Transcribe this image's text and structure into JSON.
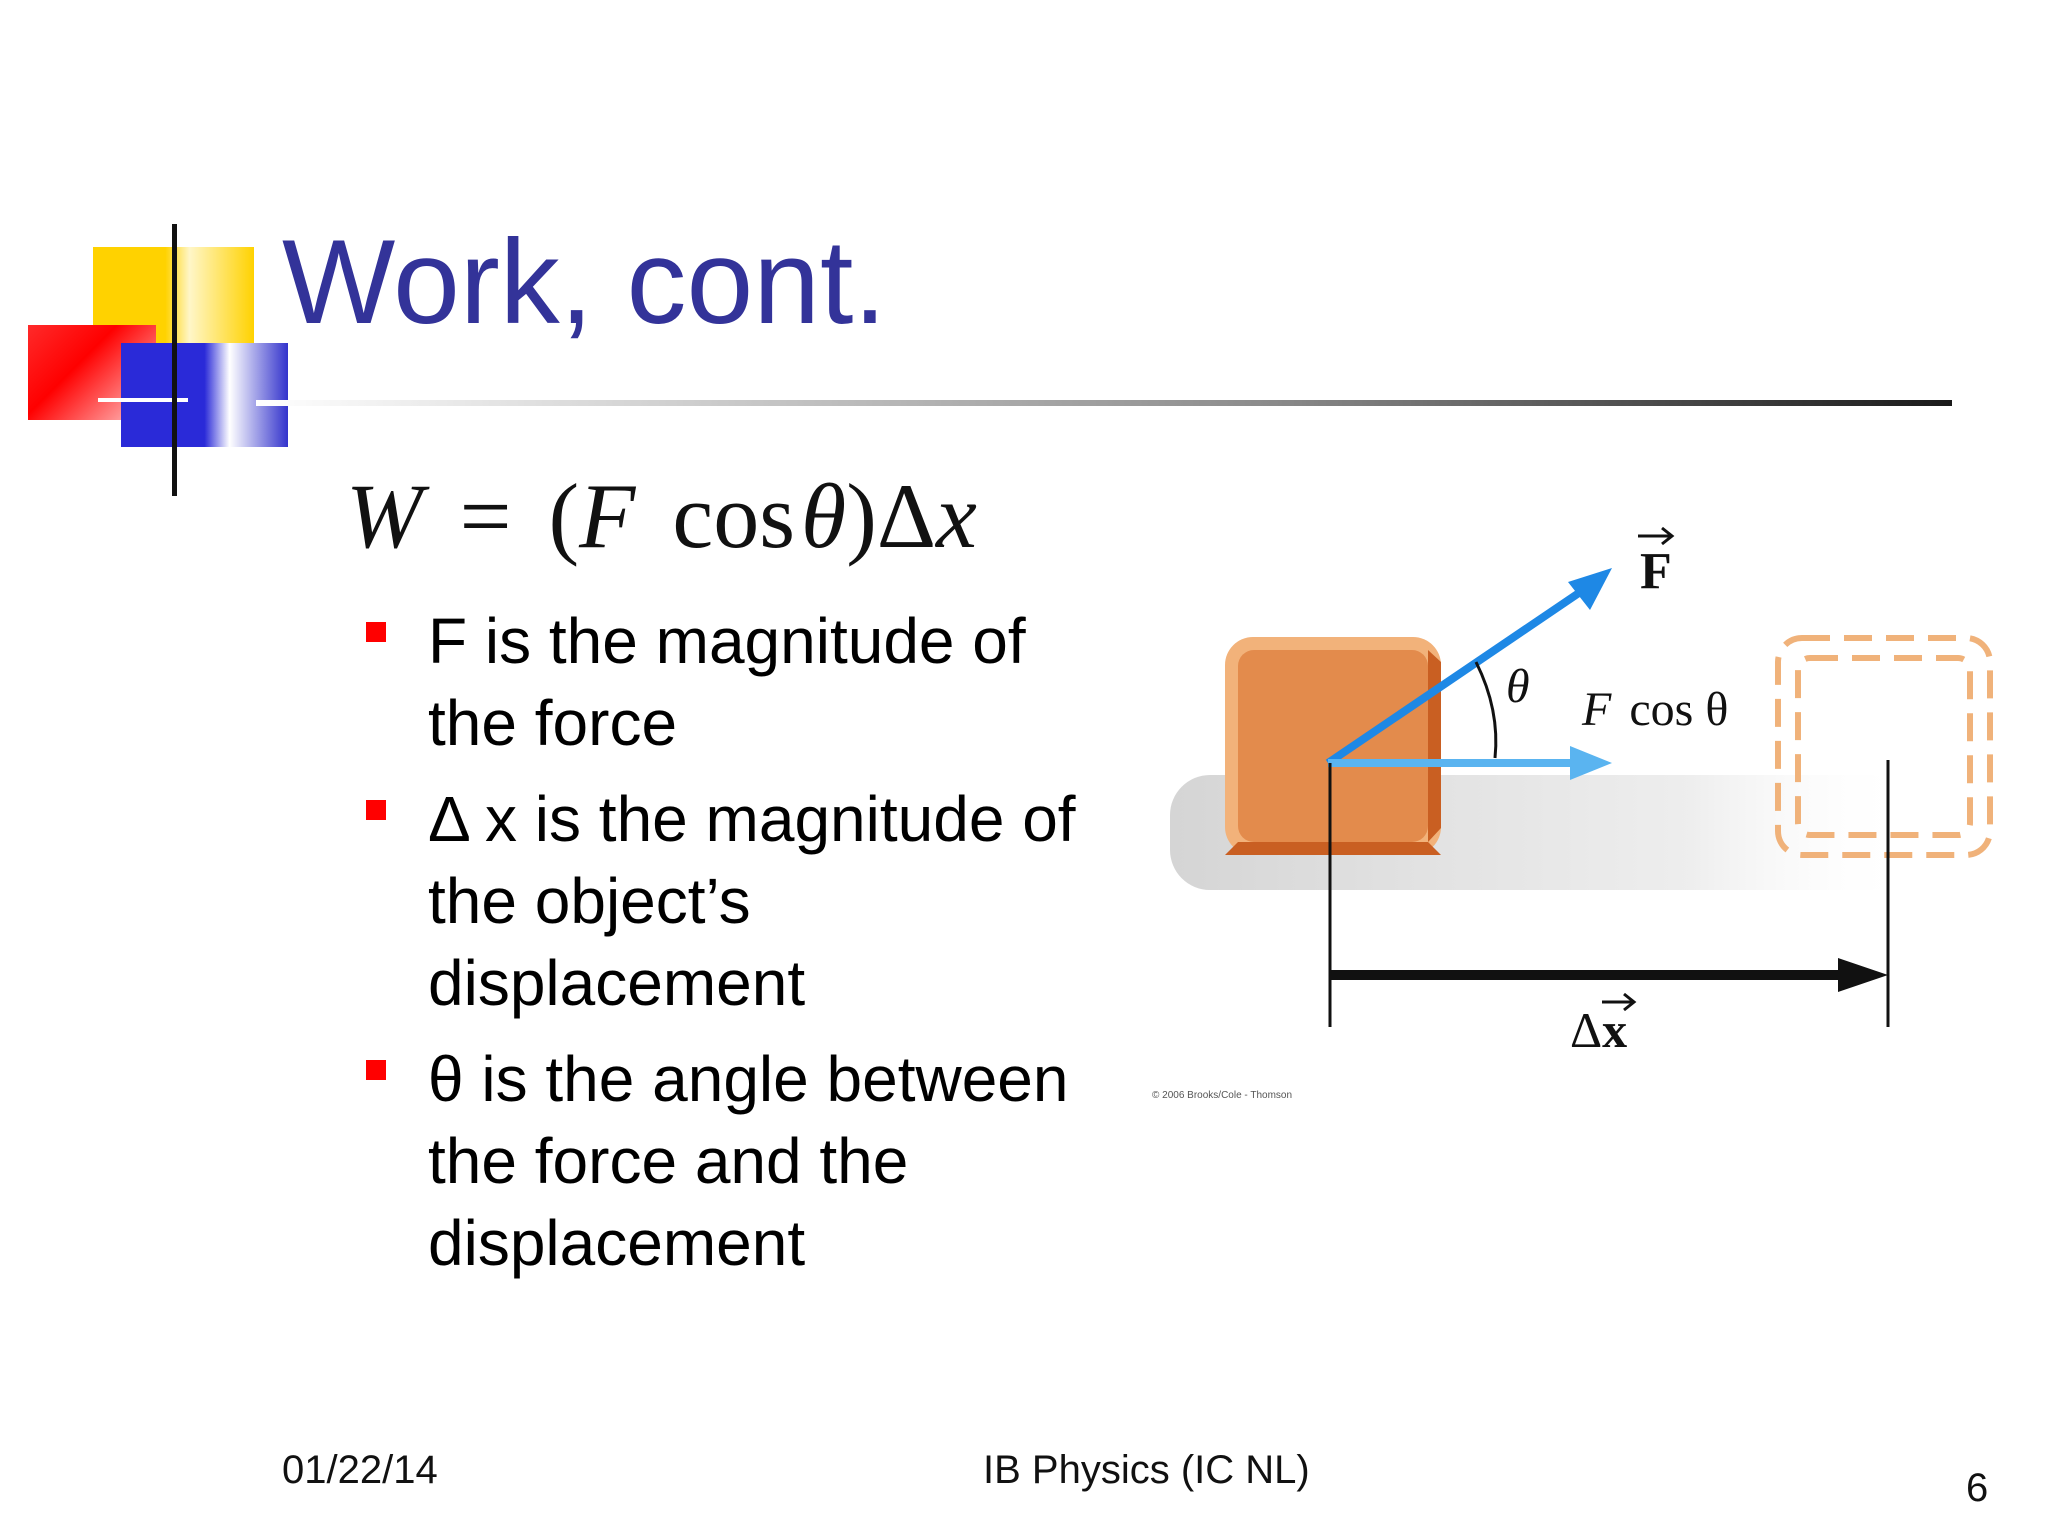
{
  "title": "Work, cont.",
  "formula": {
    "lhs": "W",
    "equals": "=",
    "open": "(",
    "force": "F",
    "cos": "cos",
    "theta": "θ",
    "close": ")",
    "delta": "Δ",
    "x": "x"
  },
  "bullets": [
    "F is the magnitude of the force",
    "Δ x is the magnitude of the object’s displacement",
    "θ is the angle between the force and the displacement"
  ],
  "figure": {
    "force_label": "F",
    "angle_label": "θ",
    "component_label_f": "F",
    "component_label_rest": "cos θ",
    "displacement_delta": "Δ",
    "displacement_x": "x",
    "copyright": "© 2006 Brooks/Cole - Thomson"
  },
  "footer": {
    "date": "01/22/14",
    "center": "IB Physics (IC NL)",
    "page": "6"
  },
  "colors": {
    "title": "#333399",
    "bullet": "#ff0000",
    "box": "#e07a3a",
    "arrow": "#1e88e5",
    "arrow_light": "#5ab4f0"
  }
}
